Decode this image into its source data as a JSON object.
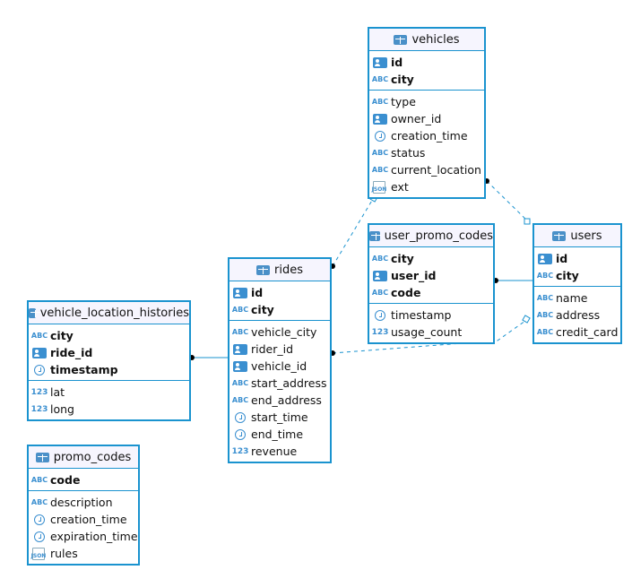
{
  "colors": {
    "border": "#1a93cf",
    "header_bg": "#f6f5fe",
    "icon": "#3a8fd0"
  },
  "tables": [
    {
      "id": "t-vehicles",
      "name": "vehicles",
      "keys": [
        {
          "name": "id",
          "type": "id-icon"
        },
        {
          "name": "city",
          "type": "abc-icon"
        }
      ],
      "columns": [
        {
          "name": "type",
          "type": "abc-icon"
        },
        {
          "name": "owner_id",
          "type": "id-icon"
        },
        {
          "name": "creation_time",
          "type": "clock-icon"
        },
        {
          "name": "status",
          "type": "abc-icon"
        },
        {
          "name": "current_location",
          "type": "abc-icon"
        },
        {
          "name": "ext",
          "type": "json-icon"
        }
      ]
    },
    {
      "id": "t-upc",
      "name": "user_promo_codes",
      "keys": [
        {
          "name": "city",
          "type": "abc-icon"
        },
        {
          "name": "user_id",
          "type": "id-icon"
        },
        {
          "name": "code",
          "type": "abc-icon"
        }
      ],
      "columns": [
        {
          "name": "timestamp",
          "type": "clock-icon"
        },
        {
          "name": "usage_count",
          "type": "num-icon"
        }
      ]
    },
    {
      "id": "t-users",
      "name": "users",
      "keys": [
        {
          "name": "id",
          "type": "id-icon"
        },
        {
          "name": "city",
          "type": "abc-icon"
        }
      ],
      "columns": [
        {
          "name": "name",
          "type": "abc-icon"
        },
        {
          "name": "address",
          "type": "abc-icon"
        },
        {
          "name": "credit_card",
          "type": "abc-icon"
        }
      ]
    },
    {
      "id": "t-rides",
      "name": "rides",
      "keys": [
        {
          "name": "id",
          "type": "id-icon"
        },
        {
          "name": "city",
          "type": "abc-icon"
        }
      ],
      "columns": [
        {
          "name": "vehicle_city",
          "type": "abc-icon"
        },
        {
          "name": "rider_id",
          "type": "id-icon"
        },
        {
          "name": "vehicle_id",
          "type": "id-icon"
        },
        {
          "name": "start_address",
          "type": "abc-icon"
        },
        {
          "name": "end_address",
          "type": "abc-icon"
        },
        {
          "name": "start_time",
          "type": "clock-icon"
        },
        {
          "name": "end_time",
          "type": "clock-icon"
        },
        {
          "name": "revenue",
          "type": "num-icon"
        }
      ]
    },
    {
      "id": "t-vlh",
      "name": "vehicle_location_histories",
      "keys": [
        {
          "name": "city",
          "type": "abc-icon"
        },
        {
          "name": "ride_id",
          "type": "id-icon"
        },
        {
          "name": "timestamp",
          "type": "clock-icon"
        }
      ],
      "columns": [
        {
          "name": "lat",
          "type": "num-icon"
        },
        {
          "name": "long",
          "type": "num-icon"
        }
      ]
    },
    {
      "id": "t-promo",
      "name": "promo_codes",
      "keys": [
        {
          "name": "code",
          "type": "abc-icon"
        }
      ],
      "columns": [
        {
          "name": "description",
          "type": "abc-icon"
        },
        {
          "name": "creation_time",
          "type": "clock-icon"
        },
        {
          "name": "expiration_time",
          "type": "clock-icon"
        },
        {
          "name": "rules",
          "type": "json-icon"
        }
      ]
    }
  ],
  "relationships": [
    {
      "from": "vehicles",
      "to": "users",
      "style": "dashed"
    },
    {
      "from": "rides",
      "to": "vehicles",
      "style": "dashed"
    },
    {
      "from": "user_promo_codes",
      "to": "users",
      "style": "solid"
    },
    {
      "from": "rides",
      "to": "users",
      "style": "dashed"
    },
    {
      "from": "vehicle_location_histories",
      "to": "rides",
      "style": "solid"
    }
  ]
}
